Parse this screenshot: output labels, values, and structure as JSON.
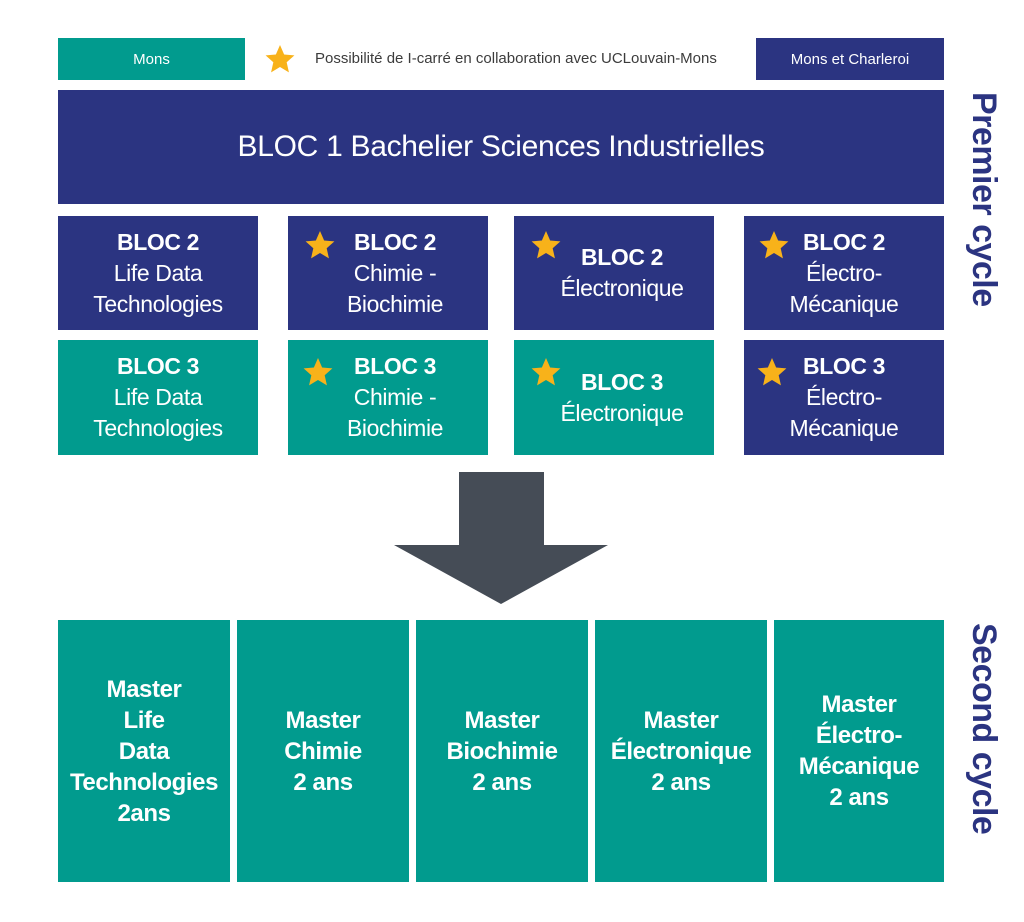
{
  "legend": {
    "mons": "Mons",
    "star_note": "Possibilité de I-carré en collaboration avec UCLouvain-Mons",
    "mons_charleroi": "Mons et Charleroi"
  },
  "bloc1": "BLOC 1 Bachelier Sciences Industrielles",
  "side_labels": {
    "first": "Premier cycle",
    "second": "Second cycle"
  },
  "bloc2": [
    {
      "title": "BLOC 2",
      "line1": "Life Data",
      "line2": "Technologies",
      "star": false,
      "color": "navy"
    },
    {
      "title": "BLOC 2",
      "line1": "Chimie -",
      "line2": "Biochimie",
      "star": true,
      "color": "navy"
    },
    {
      "title": "BLOC 2",
      "line1": "Électronique",
      "line2": "",
      "star": true,
      "color": "navy"
    },
    {
      "title": "BLOC 2",
      "line1": "Électro-",
      "line2": "Mécanique",
      "star": true,
      "color": "navy"
    }
  ],
  "bloc3": [
    {
      "title": "BLOC 3",
      "line1": "Life Data",
      "line2": "Technologies",
      "star": false,
      "color": "teal"
    },
    {
      "title": "BLOC 3",
      "line1": "Chimie -",
      "line2": "Biochimie",
      "star": true,
      "color": "teal"
    },
    {
      "title": "BLOC 3",
      "line1": "Électronique",
      "line2": "",
      "star": true,
      "color": "teal"
    },
    {
      "title": "BLOC 3",
      "line1": "Électro-",
      "line2": "Mécanique",
      "star": true,
      "color": "navy"
    }
  ],
  "masters": [
    [
      "Master",
      "Life",
      "Data",
      "Technologies",
      "2ans"
    ],
    [
      "Master",
      "Chimie",
      "2 ans"
    ],
    [
      "Master",
      "Biochimie",
      "2 ans"
    ],
    [
      "Master",
      "Électronique",
      "2 ans"
    ],
    [
      "Master",
      "Électro-",
      "Mécanique",
      "2 ans"
    ]
  ],
  "colors": {
    "navy": "#2b3481",
    "teal": "#019b8e",
    "star": "#f8b21a",
    "arrow": "#454c56"
  }
}
